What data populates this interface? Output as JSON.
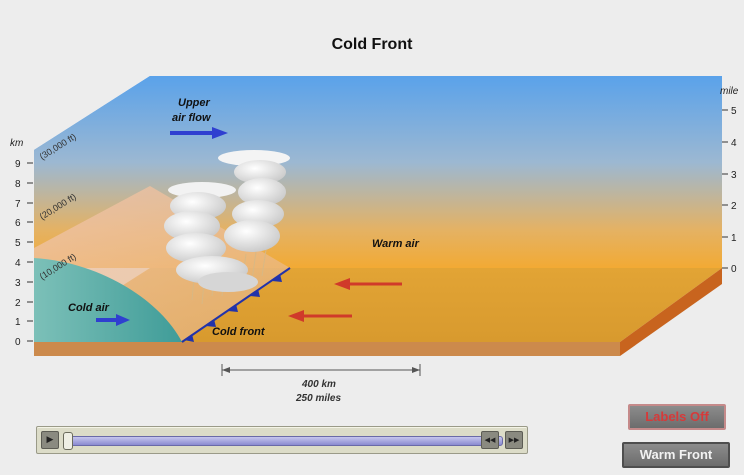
{
  "title": "Cold Front",
  "km_axis": {
    "unit_label": "km",
    "ticks": [
      "9",
      "8",
      "7",
      "6",
      "5",
      "4",
      "3",
      "2",
      "1",
      "0"
    ]
  },
  "miles_axis": {
    "unit_label": "mile",
    "ticks": [
      "5",
      "4",
      "3",
      "2",
      "1",
      "0"
    ]
  },
  "altitude_labels": [
    "(30,000 ft)",
    "(20,000 ft)",
    "(10,000 ft)"
  ],
  "annotations": {
    "upper_air_flow_line1": "Upper",
    "upper_air_flow_line2": "air flow",
    "warm_air": "Warm air",
    "cold_air": "Cold air",
    "cold_front": "Cold  front"
  },
  "scale_bar": {
    "km": "400 km",
    "miles": "250 miles"
  },
  "controls": {
    "play_icon": "▶",
    "rewind_icon": "◀◀",
    "forward_icon": "▶▶",
    "progress": 0.0
  },
  "buttons": {
    "labels_off": "Labels Off",
    "warm_front": "Warm Front"
  },
  "colors": {
    "sky_top": "#4f9be6",
    "sky_bottom": "#f0ad3c",
    "ground": "#e6a63a",
    "cold_air": "#4fa89c",
    "cold_arrow": "#2f3fd0",
    "warm_arrow": "#d03a2a",
    "front_teeth": "#2233aa"
  }
}
